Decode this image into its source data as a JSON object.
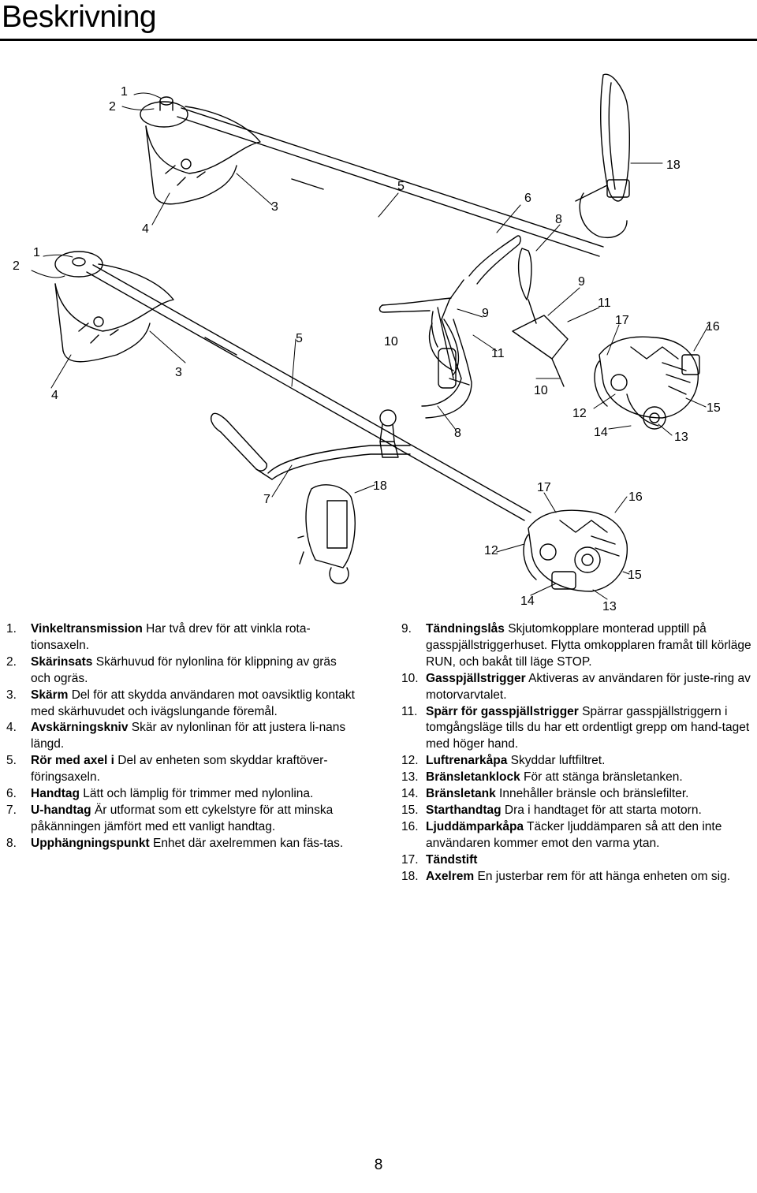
{
  "header": {
    "title": "Beskrivning"
  },
  "diagram": {
    "callouts_top": [
      "1",
      "2",
      "3",
      "4",
      "5",
      "6",
      "8",
      "9",
      "11",
      "17",
      "16",
      "18",
      "10",
      "9",
      "11",
      "10",
      "12",
      "14",
      "13",
      "15",
      "8"
    ],
    "callouts_bottom": [
      "1",
      "2",
      "4",
      "3",
      "5",
      "7",
      "18",
      "17",
      "16",
      "12",
      "15",
      "14",
      "13"
    ]
  },
  "descriptions": {
    "left": [
      {
        "num": "1.",
        "term": "Vinkeltransmission",
        "text": " Har två drev för att vinkla rota-tionsaxeln."
      },
      {
        "num": "2.",
        "term": "Skärinsats",
        "text": " Skärhuvud för nylonlina för klippning av gräs och ogräs."
      },
      {
        "num": "3.",
        "term": "Skärm",
        "text": " Del för att skydda användaren mot oavsiktlig kontakt med skärhuvudet och ivägslungande föremål."
      },
      {
        "num": "4.",
        "term": "Avskärningskniv",
        "text": " Skär av nylonlinan för att justera li-nans längd."
      },
      {
        "num": "5.",
        "term": "Rör med axel i",
        "text": " Del av enheten som skyddar kraftöver-föringsaxeln."
      },
      {
        "num": "6.",
        "term": "Handtag",
        "text": " Lätt och lämplig för trimmer med nylonlina."
      },
      {
        "num": "7.",
        "term": "U-handtag",
        "text": " Är utformat som ett cykelstyre för att minska påkänningen jämfört med ett vanligt handtag."
      },
      {
        "num": "8.",
        "term": "Upphängningspunkt",
        "text": " Enhet där axelremmen kan fäs-tas."
      }
    ],
    "right": [
      {
        "num": "9.",
        "term": "Tändningslås",
        "text": " Skjutomkopplare monterad upptill på gasspjällstriggerhuset. Flytta omkopplaren framåt till körläge RUN, och bakåt till läge STOP."
      },
      {
        "num": "10.",
        "term": "Gasspjällstrigger",
        "text": " Aktiveras av användaren för juste-ring av motorvarvtalet."
      },
      {
        "num": "11.",
        "term": "Spärr för gasspjällstrigger",
        "text": " Spärrar gasspjällstriggern i tomgångsläge tills du har ett ordentligt grepp om hand-taget med höger hand."
      },
      {
        "num": "12.",
        "term": "Luftrenarkåpa",
        "text": " Skyddar luftfiltret."
      },
      {
        "num": "13.",
        "term": "Bränsletanklock",
        "text": " För att stänga bränsletanken."
      },
      {
        "num": "14.",
        "term": "Bränsletank",
        "text": " Innehåller bränsle och bränslefilter."
      },
      {
        "num": "15.",
        "term": "Starthandtag",
        "text": " Dra i handtaget för att starta motorn."
      },
      {
        "num": "16.",
        "term": "Ljuddämparkåpa",
        "text": " Täcker ljuddämparen så att den inte användaren kommer emot den varma ytan."
      },
      {
        "num": "17.",
        "term": "Tändstift",
        "text": ""
      },
      {
        "num": "18.",
        "term": "Axelrem",
        "text": " En justerbar rem för att hänga enheten om sig."
      }
    ]
  },
  "footer": {
    "page_number": "8"
  }
}
